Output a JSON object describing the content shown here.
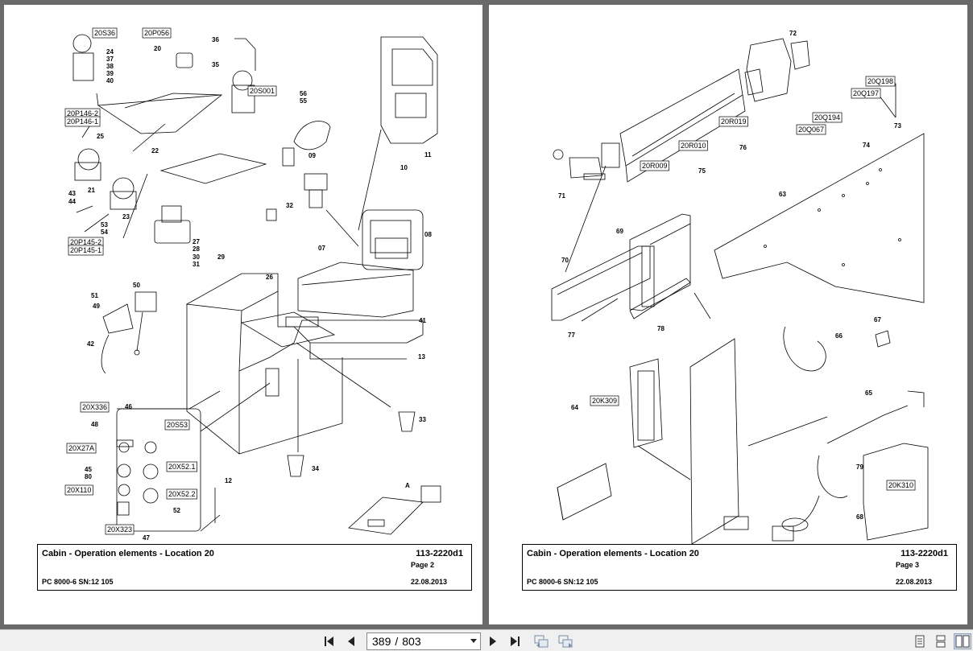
{
  "document": {
    "pages": [
      {
        "title": "Cabin - Operation elements - Location 20",
        "doc_number": "113-2220d1",
        "page_label": "Page 2",
        "model": "PC 8000-6 SN:12 105",
        "date": "22.08.2013",
        "codes": [
          "20S36",
          "20P056",
          "20S001",
          "20P146-2",
          "20P146-1",
          "20P145-2",
          "20P145-1",
          "20X336",
          "20S53",
          "20X27A",
          "20X52.1",
          "20X110",
          "20X52.2",
          "20X323"
        ],
        "callouts": [
          "24",
          "37",
          "38",
          "39",
          "40",
          "20",
          "36",
          "35",
          "25",
          "22",
          "43",
          "44",
          "21",
          "53",
          "54",
          "23",
          "27",
          "28",
          "29",
          "30",
          "31",
          "32",
          "56",
          "55",
          "09",
          "10",
          "11",
          "08",
          "07",
          "26",
          "41",
          "13",
          "33",
          "34",
          "12",
          "46",
          "48",
          "45",
          "80",
          "47",
          "52",
          "51",
          "50",
          "49",
          "42",
          "A"
        ]
      },
      {
        "title": "Cabin - Operation elements - Location 20",
        "doc_number": "113-2220d1",
        "page_label": "Page 3",
        "model": "PC 8000-6 SN:12 105",
        "date": "22.08.2013",
        "codes": [
          "20Q198",
          "20Q197",
          "20Q194",
          "20Q067",
          "20R019",
          "20R010",
          "20R009",
          "20K309",
          "20K310"
        ],
        "callouts": [
          "72",
          "73",
          "74",
          "76",
          "75",
          "71",
          "63",
          "69",
          "70",
          "77",
          "78",
          "66",
          "67",
          "65",
          "64",
          "79",
          "68"
        ]
      }
    ]
  },
  "toolbar": {
    "current_page": "389",
    "separator": "/",
    "total_pages": "803"
  },
  "colors": {
    "viewer_bg": "#6a6a6a",
    "toolbar_bg": "#f0f0f0",
    "page_bg": "#ffffff"
  }
}
